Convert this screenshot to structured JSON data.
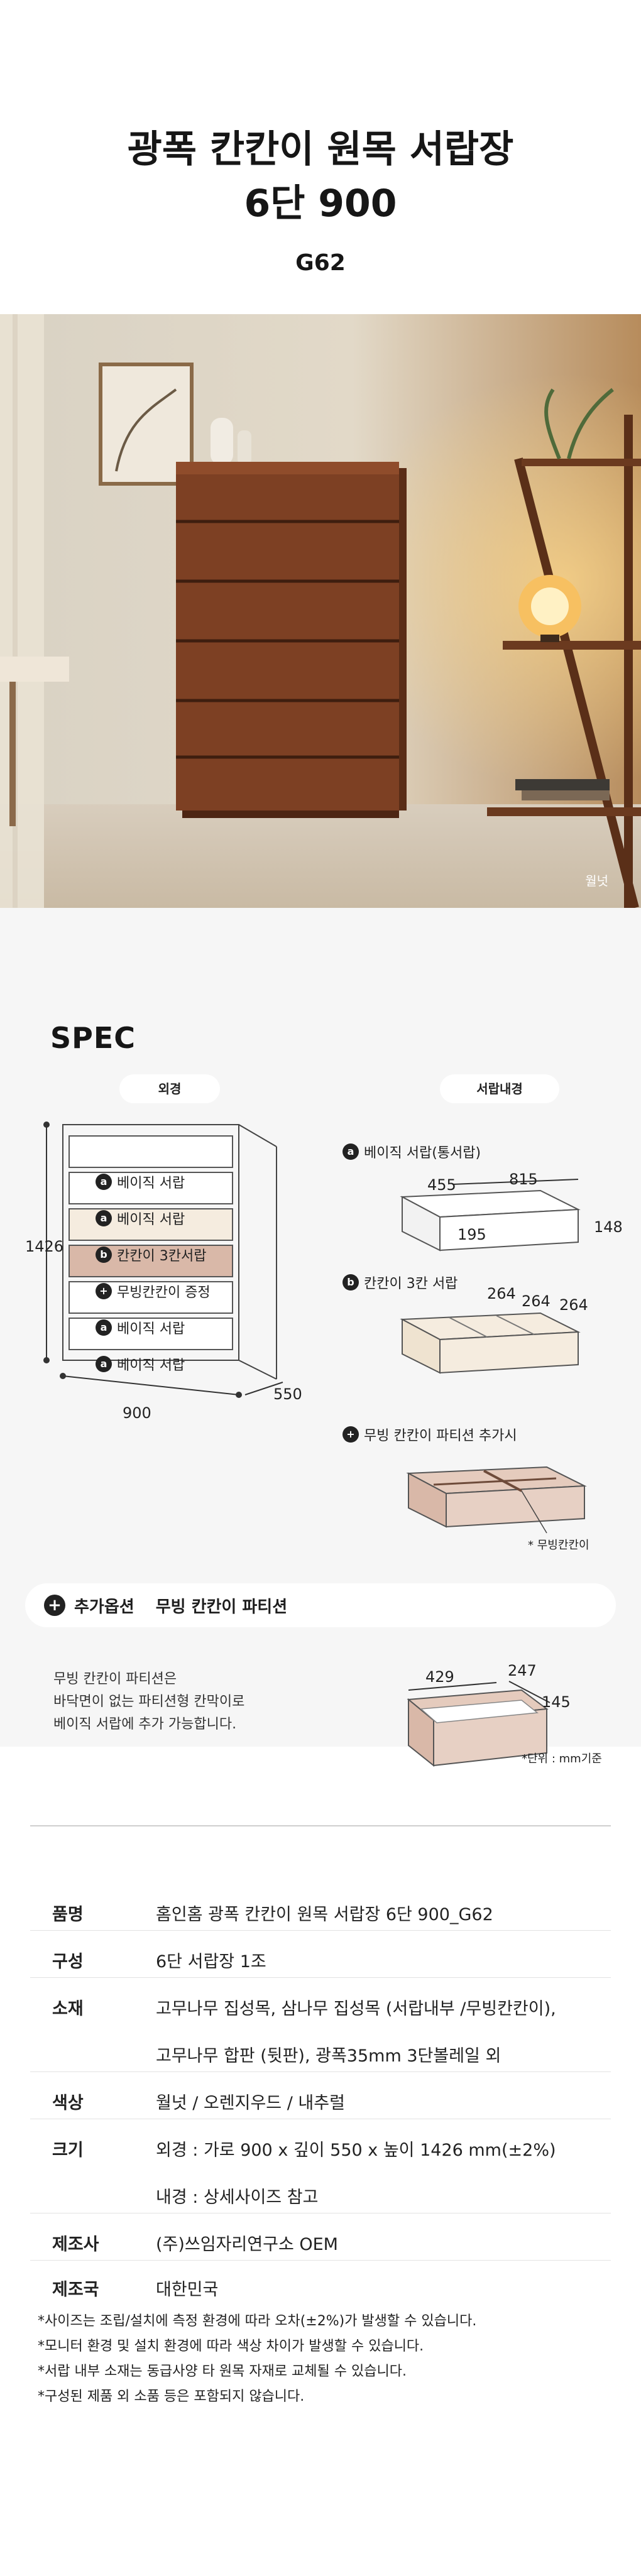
{
  "header": {
    "title_line1": "광폭 칸칸이 원목 서랍장",
    "title_line2": "6단 900",
    "code": "G62"
  },
  "photo": {
    "caption": "월넛"
  },
  "spec": {
    "title": "SPEC",
    "exterior_label": "외경",
    "interior_label": "서랍내경",
    "drawers": [
      {
        "badge": "a",
        "label": "베이직 서랍"
      },
      {
        "badge": "a",
        "label": "베이직 서랍"
      },
      {
        "badge": "b",
        "label": "칸칸이 3칸서랍"
      },
      {
        "badge": "+",
        "label": "무빙칸칸이 증정"
      },
      {
        "badge": "a",
        "label": "베이직 서랍"
      },
      {
        "badge": "a",
        "label": "베이직 서랍"
      }
    ],
    "exterior_dims": {
      "height": "1426",
      "width": "900",
      "depth": "550"
    },
    "basic": {
      "badge": "a",
      "label": "베이직 서랍(통서랍)",
      "width": "815",
      "depth": "455",
      "inner": "195",
      "height": "148"
    },
    "three": {
      "badge": "b",
      "label": "칸칸이 3칸 서랍",
      "w1": "264",
      "w2": "264",
      "w3": "264"
    },
    "partition": {
      "label": "무빙 칸칸이 파티션 추가시",
      "note": "* 무빙칸칸이"
    },
    "option": {
      "icon": "+",
      "label": "추가옵션",
      "name": "무빙 칸칸이 파티션"
    },
    "option_desc": [
      "무빙 칸칸이 파티션은",
      "바닥면이 없는 파티션형 칸막이로",
      "베이직 서랍에 추가 가능합니다."
    ],
    "option_dims": {
      "a": "429",
      "b": "247",
      "c": "145"
    },
    "unit_note": "*단위 : mm기준"
  },
  "info": {
    "rows": [
      {
        "key": "품명",
        "value": "홈인홈 광폭 칸칸이 원목 서랍장 6단 900_G62"
      },
      {
        "key": "구성",
        "value": "6단 서랍장 1조"
      },
      {
        "key": "소재",
        "value": "고무나무 집성목, 삼나무 집성목 (서랍내부 /무빙칸칸이),"
      },
      {
        "key": "",
        "value": "고무나무 합판 (뒷판), 광폭35mm 3단볼레일 외"
      },
      {
        "key": "색상",
        "value": "월넛 / 오렌지우드 / 내추럴"
      },
      {
        "key": "크기",
        "value": "외경 : 가로 900 x  깊이 550 x 높이 1426 mm(±2%)"
      },
      {
        "key": "",
        "value": "내경 : 상세사이즈 참고"
      },
      {
        "key": "제조사",
        "value": "(주)쓰임자리연구소 OEM"
      },
      {
        "key": "제조국",
        "value": "대한민국"
      }
    ],
    "notes": [
      "*사이즈는 조립/설치에 측정 환경에 따라 오차(±2%)가 발생할 수 있습니다.",
      "*모니터 환경 및 설치 환경에 따라 색상 차이가 발생할 수 있습니다.",
      "*서랍 내부 소재는 동급사양 타 원목 자재로 교체될 수 있습니다.",
      "*구성된 제품 외 소품 등은 포함되지 않습니다."
    ]
  },
  "colors": {
    "wood": "#7a3f22",
    "wood_dark": "#4a2514",
    "drawer_cream": "#f5ecdf",
    "drawer_pink": "#d9b8a8",
    "bg_gray": "#f6f6f6"
  }
}
